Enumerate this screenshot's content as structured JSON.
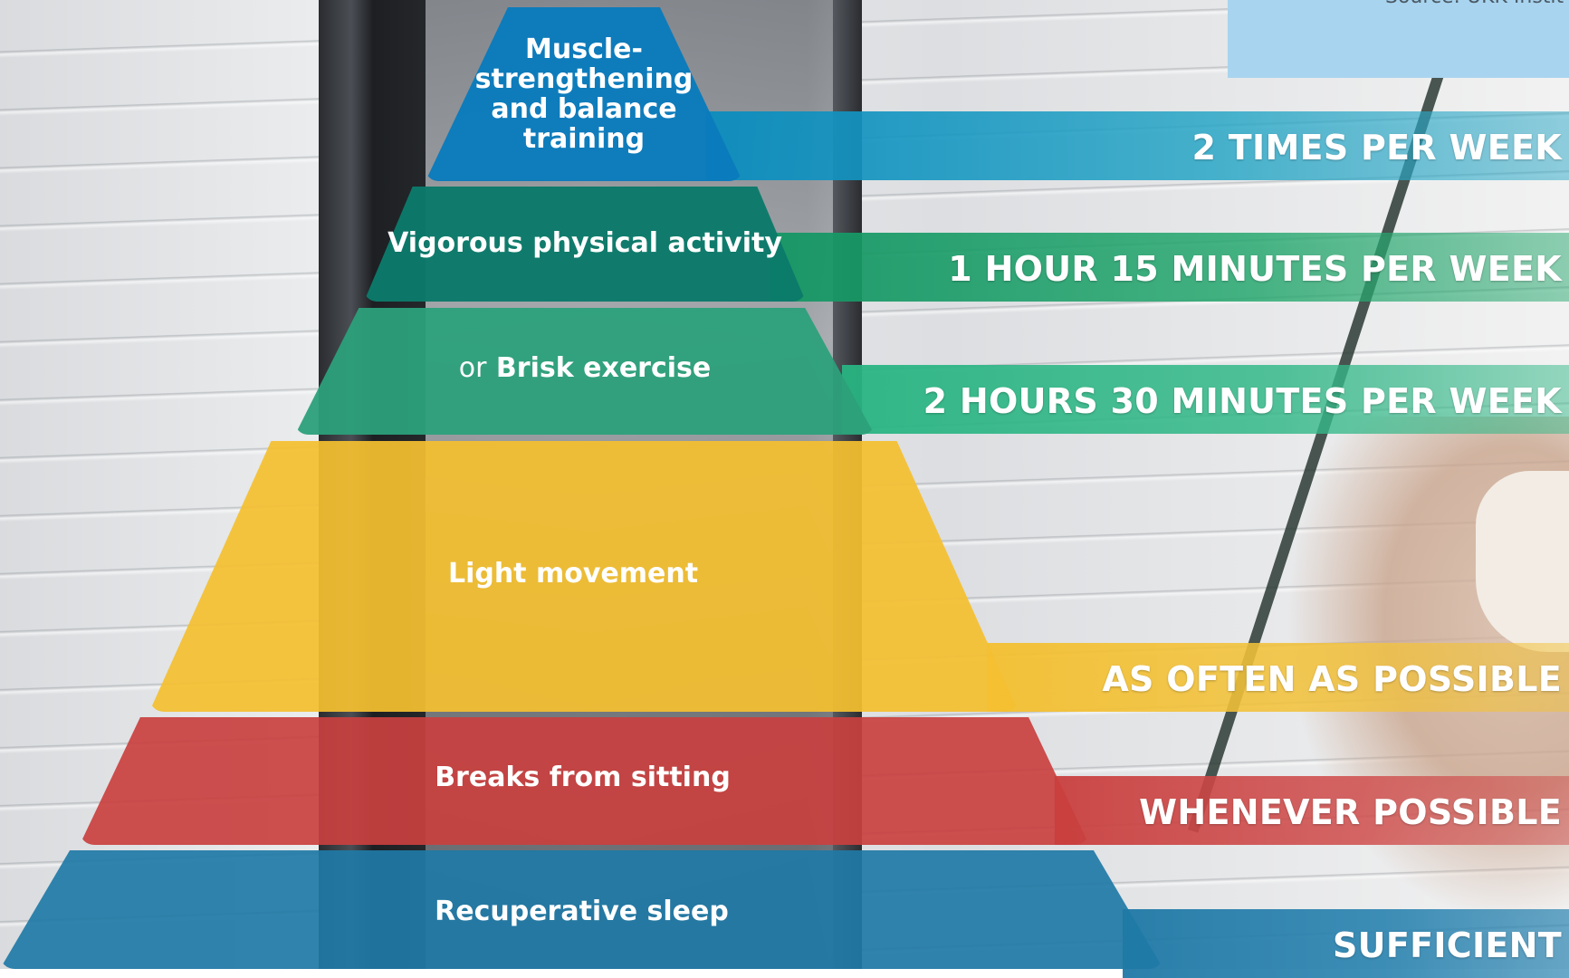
{
  "source_note": "Source: UKK Instit",
  "levels": [
    {
      "name": "Muscle-strengthening and balance training",
      "line1": "Muscle-",
      "line2": "strengthening",
      "line3": "and balance",
      "line4": "training",
      "frequency": "2 TIMES PER WEEK",
      "color": "#0a7bbc",
      "bar_color": "#2aa7c6"
    },
    {
      "name": "Vigorous physical activity",
      "frequency": "1 HOUR 15 MINUTES PER WEEK",
      "color": "#0b7a6a",
      "bar_color": "#27a86f"
    },
    {
      "prefix": "or",
      "name": "Brisk exercise",
      "frequency": "2 HOURS 30 MINUTES PER WEEK",
      "color": "#2ca07a",
      "bar_color": "#35b98a"
    },
    {
      "name": "Light movement",
      "frequency": "AS OFTEN AS POSSIBLE",
      "color": "#f4c030",
      "bar_color": "#f2c23b"
    },
    {
      "name": "Breaks from sitting",
      "frequency": "WHENEVER POSSIBLE",
      "color": "#c9403f",
      "bar_color": "#cf4d4c"
    },
    {
      "name": "Recuperative sleep",
      "frequency": "SUFFICIENT",
      "color": "#1f79a6",
      "bar_color": "#2a83b0"
    }
  ]
}
